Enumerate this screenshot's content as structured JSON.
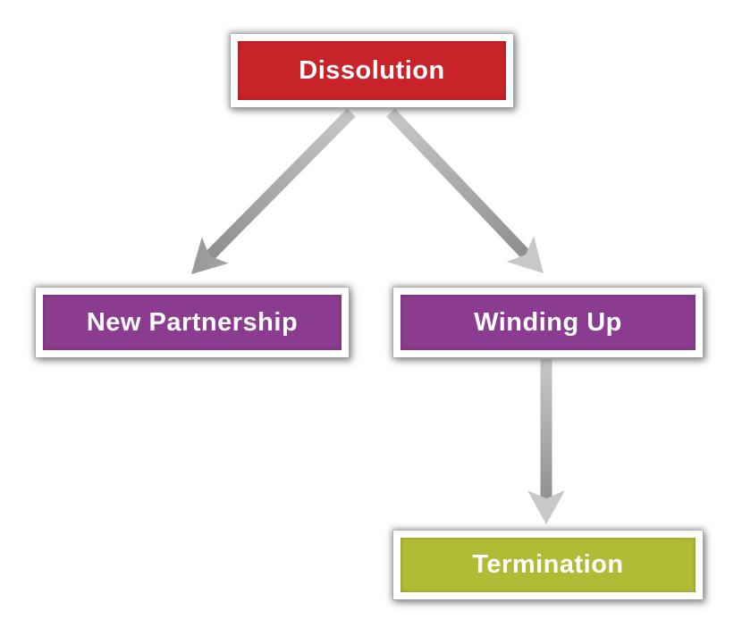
{
  "diagram": {
    "type": "flowchart",
    "background_color": "#FFFFFF",
    "text_color": "#FFFFFF",
    "nodes": [
      {
        "id": "dissolution",
        "label": "Dissolution",
        "color": "#C9232A"
      },
      {
        "id": "new-partnership",
        "label": "New Partnership",
        "color": "#8B3B90"
      },
      {
        "id": "winding-up",
        "label": "Winding Up",
        "color": "#8B3B90"
      },
      {
        "id": "termination",
        "label": "Termination",
        "color": "#B2BB35"
      }
    ],
    "edges": [
      {
        "from": "dissolution",
        "to": "new-partnership",
        "style": "arrow"
      },
      {
        "from": "dissolution",
        "to": "winding-up",
        "style": "arrow"
      },
      {
        "from": "winding-up",
        "to": "termination",
        "style": "arrow"
      }
    ],
    "arrow_colors": {
      "light": "#C8C8CA",
      "dark": "#87878B"
    },
    "frame_color": "#FFFFFF",
    "shadow_color": "#8C8C8C"
  }
}
